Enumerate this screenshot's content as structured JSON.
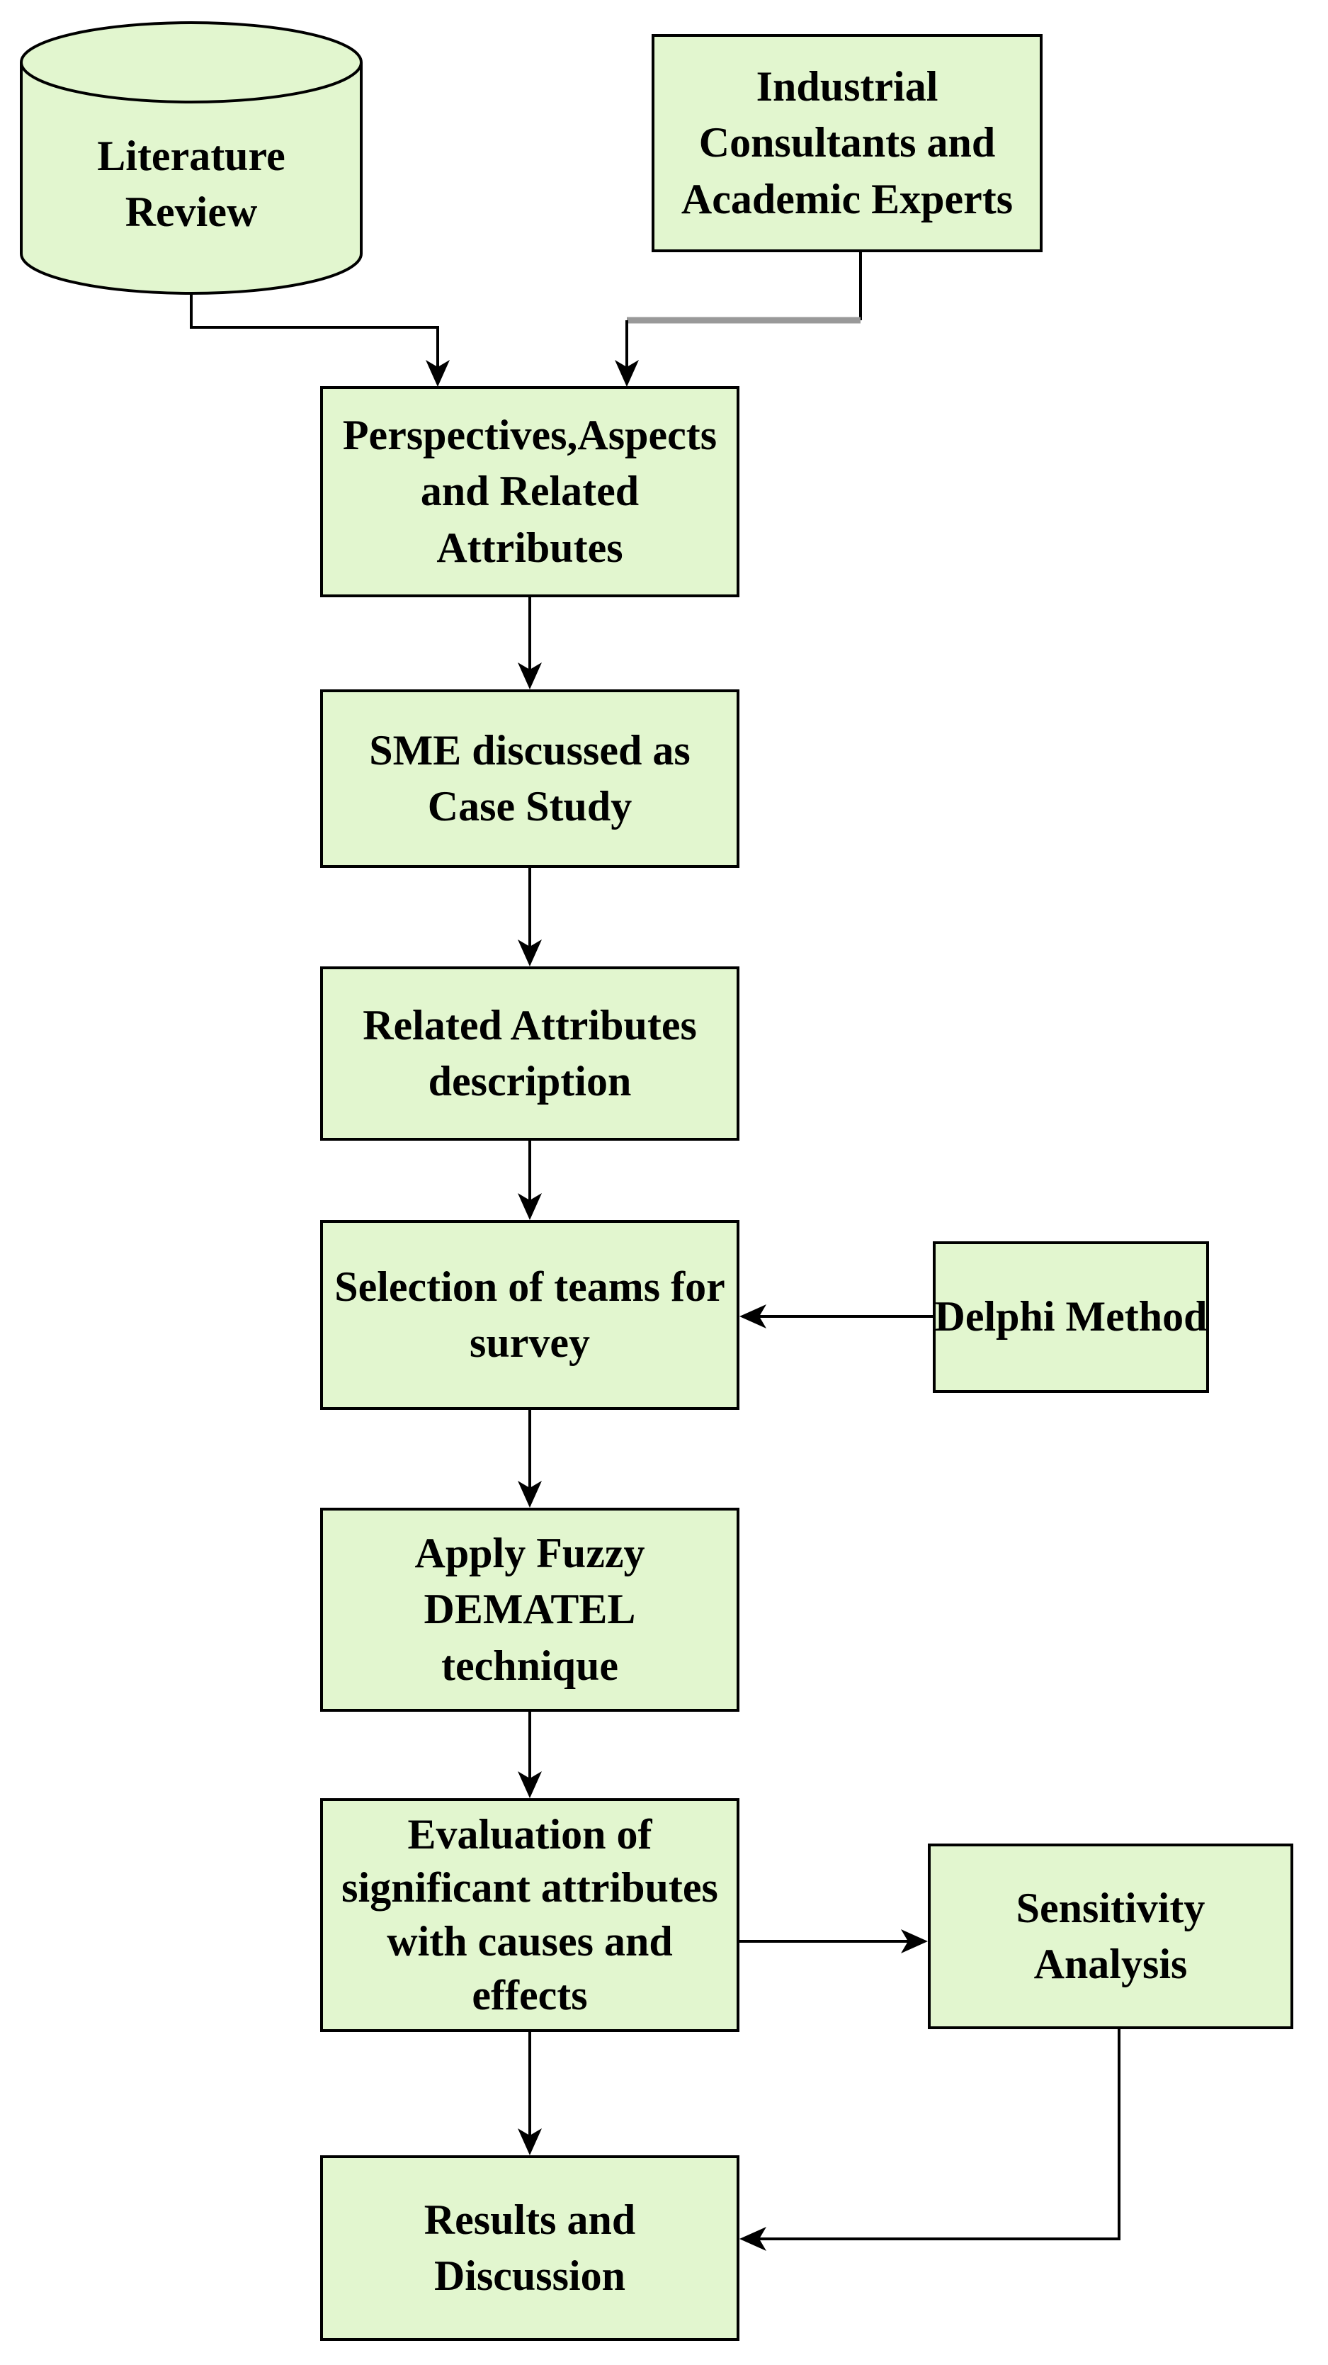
{
  "diagram": {
    "type": "flowchart",
    "nodes": {
      "literature": {
        "label": "Literature\nReview",
        "shape": "cylinder"
      },
      "experts": {
        "label": "Industrial\nConsultants and\nAcademic Experts",
        "shape": "rectangle"
      },
      "perspectives": {
        "label": "Perspectives,Aspects\nand Related\nAttributes",
        "shape": "rectangle"
      },
      "sme": {
        "label": "SME discussed as\nCase Study",
        "shape": "rectangle"
      },
      "related": {
        "label": "Related Attributes\ndescription",
        "shape": "rectangle"
      },
      "selection": {
        "label": "Selection of teams for\nsurvey",
        "shape": "rectangle"
      },
      "delphi": {
        "label": "Delphi Method",
        "shape": "rectangle"
      },
      "fuzzy": {
        "label": "Apply Fuzzy\nDEMATEL\ntechnique",
        "shape": "rectangle"
      },
      "evaluation": {
        "label": "Evaluation of\nsignificant attributes\nwith causes and\neffects",
        "shape": "rectangle"
      },
      "sensitivity": {
        "label": "Sensitivity\nAnalysis",
        "shape": "rectangle"
      },
      "results": {
        "label": "Results and\nDiscussion",
        "shape": "rectangle"
      }
    },
    "edges": [
      {
        "from": "Literature Review",
        "to": "Perspectives,Aspects and Related Attributes"
      },
      {
        "from": "Industrial Consultants and Academic Experts",
        "to": "Perspectives,Aspects and Related Attributes"
      },
      {
        "from": "Perspectives,Aspects and Related Attributes",
        "to": "SME discussed as Case Study"
      },
      {
        "from": "SME discussed as Case Study",
        "to": "Related Attributes description"
      },
      {
        "from": "Related Attributes description",
        "to": "Selection of teams for survey"
      },
      {
        "from": "Delphi Method",
        "to": "Selection of teams for survey"
      },
      {
        "from": "Selection of teams for survey",
        "to": "Apply Fuzzy DEMATEL technique"
      },
      {
        "from": "Apply Fuzzy DEMATEL technique",
        "to": "Evaluation of significant attributes with causes and effects"
      },
      {
        "from": "Evaluation of significant attributes with causes and effects",
        "to": "Sensitivity Analysis"
      },
      {
        "from": "Evaluation of significant attributes with causes and effects",
        "to": "Results and Discussion"
      },
      {
        "from": "Sensitivity Analysis",
        "to": "Results and Discussion"
      }
    ],
    "colors": {
      "node_fill": "#e2f6cf",
      "node_border": "#000000",
      "connector": "#000000",
      "gray_connector": "#999999",
      "text": "#000000",
      "background": "#ffffff"
    }
  }
}
